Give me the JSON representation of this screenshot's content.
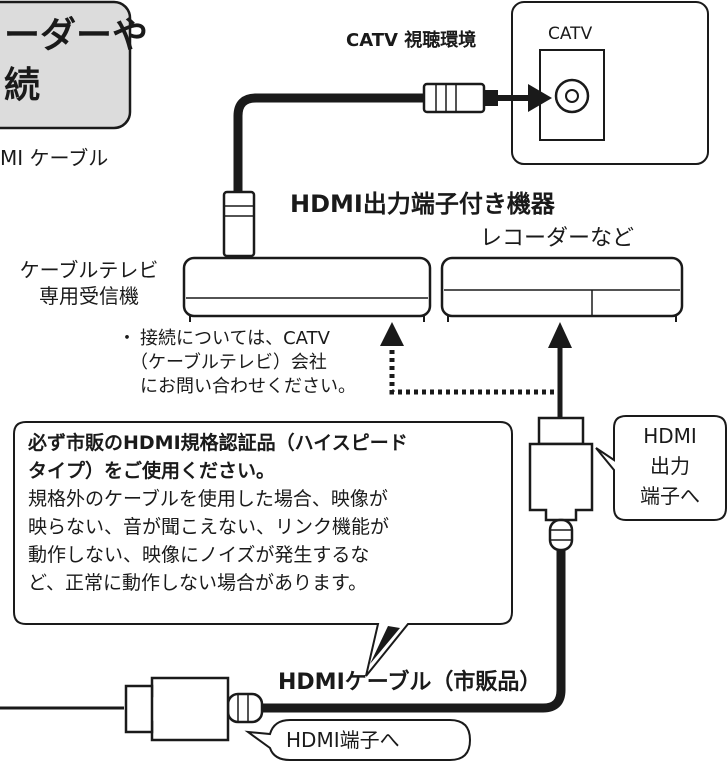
{
  "title_box": {
    "line1": "ーダーや",
    "line2": "続"
  },
  "top_left_text": "MI ケーブル",
  "catv": {
    "environment_label": "CATV 視聴環境",
    "wall_label": "CATV"
  },
  "devices": {
    "heading": "HDMI出力端子付き機器",
    "recorder_label": "レコーダーなど",
    "stb_label_1": "ケーブルテレビ",
    "stb_label_2": "専用受信機"
  },
  "note": {
    "bullet": "・",
    "line1": "接続については、CATV",
    "line2": "（ケーブルテレビ）会社",
    "line3": "にお問い合わせください。"
  },
  "warning": {
    "bold_line1": "必ず市販のHDMI規格認証品（ハイスピード",
    "bold_line2": "タイプ）をご使用ください。",
    "line1": "規格外のケーブルを使用した場合、映像が",
    "line2": "映らない、音が聞こえない、リンク機能が",
    "line3": "動作しない、映像にノイズが発生するな",
    "line4": "ど、正常に動作しない場合があります。"
  },
  "callouts": {
    "hdmi_out_1": "HDMI",
    "hdmi_out_2": "出力",
    "hdmi_out_3": "端子へ",
    "hdmi_in": "HDMI端子へ"
  },
  "cable_label": "HDMIケーブル（市販品）"
}
